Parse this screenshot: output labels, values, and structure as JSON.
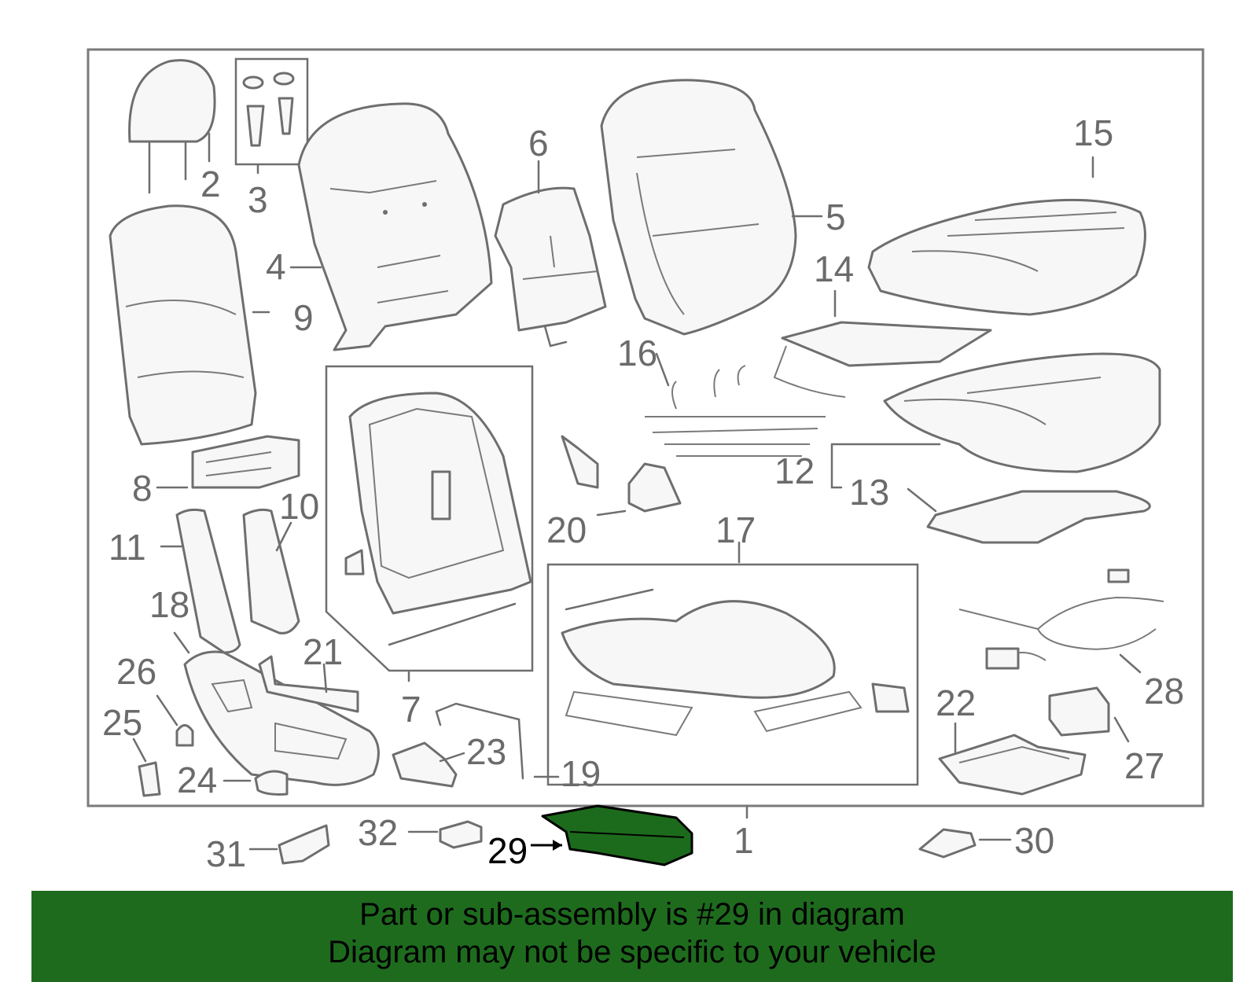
{
  "highlight_color": "#1e6b1e",
  "banner": {
    "line1": "Part or sub-assembly is #29 in diagram",
    "line2": "Diagram may not be specific to your vehicle"
  },
  "callouts": [
    "1",
    "2",
    "3",
    "4",
    "5",
    "6",
    "7",
    "8",
    "9",
    "10",
    "11",
    "12",
    "13",
    "14",
    "15",
    "16",
    "17",
    "18",
    "19",
    "20",
    "21",
    "22",
    "23",
    "24",
    "25",
    "26",
    "27",
    "28",
    "29",
    "30",
    "31",
    "32"
  ],
  "highlighted_callout": "29"
}
